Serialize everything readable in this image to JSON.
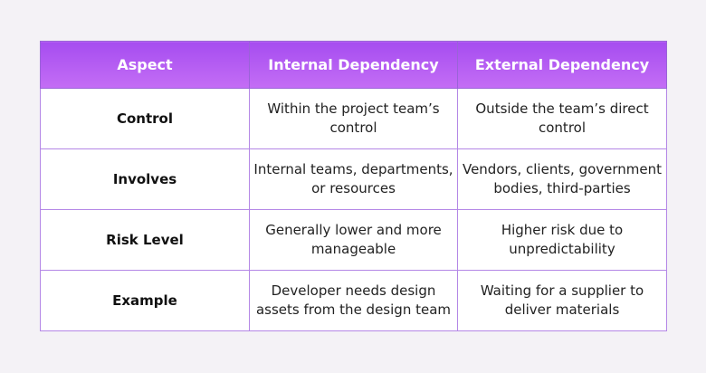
{
  "table": {
    "headers": [
      "Aspect",
      "Internal Dependency",
      "External Dependency"
    ],
    "rows": [
      [
        "Control",
        "Within the project team’s control",
        "Outside the team’s direct control"
      ],
      [
        "Involves",
        "Internal teams, departments, or resources",
        "Vendors, clients, government bodies, third-parties"
      ],
      [
        "Risk Level",
        "Generally lower and more manageable",
        "Higher risk due to unpredictability"
      ],
      [
        "Example",
        "Developer needs design assets from the design team",
        "Waiting for a supplier to deliver materials"
      ]
    ]
  },
  "colors": {
    "header_gradient_top": "#a64df0",
    "header_gradient_bottom": "#c46ef5",
    "border": "#b487e6",
    "page_background": "#f4f2f6"
  }
}
